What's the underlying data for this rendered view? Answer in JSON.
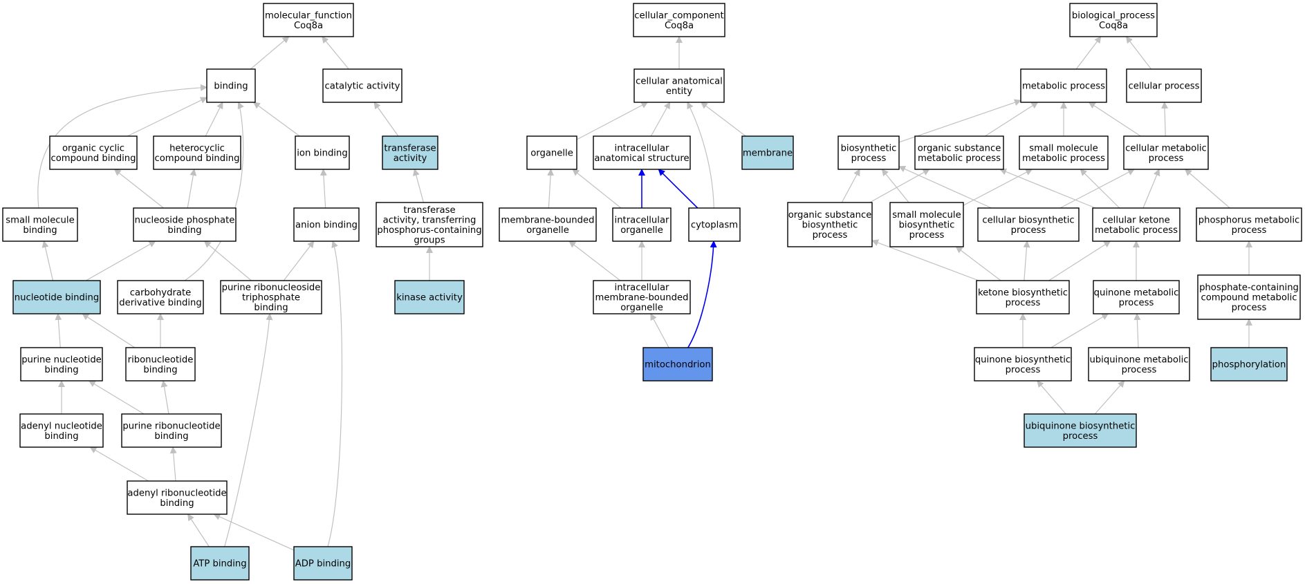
{
  "colors": {
    "edge": "#c0c0c0",
    "highlight_edge": "#0000ee",
    "node_fill": "#ffffff",
    "annotated_fill": "#add8e6",
    "focus_fill": "#6495ed"
  },
  "nodes": {
    "mf_root": {
      "lines": [
        "molecular_function",
        "Coq8a"
      ],
      "kind": "plain"
    },
    "binding": {
      "lines": [
        "binding"
      ],
      "kind": "plain"
    },
    "catalytic": {
      "lines": [
        "catalytic activity"
      ],
      "kind": "plain"
    },
    "org_cyclic": {
      "lines": [
        "organic cyclic",
        "compound binding"
      ],
      "kind": "plain"
    },
    "heterocyclic": {
      "lines": [
        "heterocyclic",
        "compound binding"
      ],
      "kind": "plain"
    },
    "ion_binding": {
      "lines": [
        "ion binding"
      ],
      "kind": "plain"
    },
    "transferase": {
      "lines": [
        "transferase",
        "activity"
      ],
      "kind": "annotated"
    },
    "small_mol_binding": {
      "lines": [
        "small molecule",
        "binding"
      ],
      "kind": "plain"
    },
    "nucleoside_phosphate": {
      "lines": [
        "nucleoside phosphate",
        "binding"
      ],
      "kind": "plain"
    },
    "anion_binding": {
      "lines": [
        "anion binding"
      ],
      "kind": "plain"
    },
    "transferase_phos": {
      "lines": [
        "transferase",
        "activity, transferring",
        "phosphorus-containing",
        "groups"
      ],
      "kind": "plain"
    },
    "nucleotide_binding": {
      "lines": [
        "nucleotide binding"
      ],
      "kind": "annotated"
    },
    "carb_deriv": {
      "lines": [
        "carbohydrate",
        "derivative binding"
      ],
      "kind": "plain"
    },
    "purine_ribonucleoside_tp": {
      "lines": [
        "purine ribonucleoside",
        "triphosphate",
        "binding"
      ],
      "kind": "plain"
    },
    "kinase": {
      "lines": [
        "kinase activity"
      ],
      "kind": "annotated"
    },
    "purine_nucleotide": {
      "lines": [
        "purine nucleotide",
        "binding"
      ],
      "kind": "plain"
    },
    "ribonucleotide": {
      "lines": [
        "ribonucleotide",
        "binding"
      ],
      "kind": "plain"
    },
    "adenyl_nucleotide": {
      "lines": [
        "adenyl nucleotide",
        "binding"
      ],
      "kind": "plain"
    },
    "purine_ribonucleotide": {
      "lines": [
        "purine ribonucleotide",
        "binding"
      ],
      "kind": "plain"
    },
    "adenyl_ribonucleotide": {
      "lines": [
        "adenyl ribonucleotide",
        "binding"
      ],
      "kind": "plain"
    },
    "atp": {
      "lines": [
        "ATP binding"
      ],
      "kind": "annotated"
    },
    "adp": {
      "lines": [
        "ADP binding"
      ],
      "kind": "annotated"
    },
    "cc_root": {
      "lines": [
        "cellular_component",
        "Coq8a"
      ],
      "kind": "plain"
    },
    "cae": {
      "lines": [
        "cellular anatomical",
        "entity"
      ],
      "kind": "plain"
    },
    "organelle": {
      "lines": [
        "organelle"
      ],
      "kind": "plain"
    },
    "intracell_anat": {
      "lines": [
        "intracellular",
        "anatomical structure"
      ],
      "kind": "plain"
    },
    "membrane": {
      "lines": [
        "membrane"
      ],
      "kind": "annotated"
    },
    "mem_bounded_org": {
      "lines": [
        "membrane-bounded",
        "organelle"
      ],
      "kind": "plain"
    },
    "intracell_org": {
      "lines": [
        "intracellular",
        "organelle"
      ],
      "kind": "plain"
    },
    "cytoplasm": {
      "lines": [
        "cytoplasm"
      ],
      "kind": "plain"
    },
    "intracell_mbo": {
      "lines": [
        "intracellular",
        "membrane-bounded",
        "organelle"
      ],
      "kind": "plain"
    },
    "mitochondrion": {
      "lines": [
        "mitochondrion"
      ],
      "kind": "focus"
    },
    "bp_root": {
      "lines": [
        "biological_process",
        "Coq8a"
      ],
      "kind": "plain"
    },
    "metabolic": {
      "lines": [
        "metabolic process"
      ],
      "kind": "plain"
    },
    "cellular_proc": {
      "lines": [
        "cellular process"
      ],
      "kind": "plain"
    },
    "biosynthetic": {
      "lines": [
        "biosynthetic",
        "process"
      ],
      "kind": "plain"
    },
    "org_subst_met": {
      "lines": [
        "organic substance",
        "metabolic process"
      ],
      "kind": "plain"
    },
    "small_mol_met": {
      "lines": [
        "small molecule",
        "metabolic process"
      ],
      "kind": "plain"
    },
    "cell_met": {
      "lines": [
        "cellular metabolic",
        "process"
      ],
      "kind": "plain"
    },
    "org_subst_bio": {
      "lines": [
        "organic substance",
        "biosynthetic",
        "process"
      ],
      "kind": "plain"
    },
    "small_mol_bio": {
      "lines": [
        "small molecule",
        "biosynthetic",
        "process"
      ],
      "kind": "plain"
    },
    "cell_bio": {
      "lines": [
        "cellular biosynthetic",
        "process"
      ],
      "kind": "plain"
    },
    "cell_ketone_met": {
      "lines": [
        "cellular ketone",
        "metabolic process"
      ],
      "kind": "plain"
    },
    "phosphorus_met": {
      "lines": [
        "phosphorus metabolic",
        "process"
      ],
      "kind": "plain"
    },
    "ketone_bio": {
      "lines": [
        "ketone biosynthetic",
        "process"
      ],
      "kind": "plain"
    },
    "quinone_met": {
      "lines": [
        "quinone metabolic",
        "process"
      ],
      "kind": "plain"
    },
    "phosphate_met": {
      "lines": [
        "phosphate-containing",
        "compound metabolic",
        "process"
      ],
      "kind": "plain"
    },
    "quinone_bio": {
      "lines": [
        "quinone biosynthetic",
        "process"
      ],
      "kind": "plain"
    },
    "ubiquinone_met": {
      "lines": [
        "ubiquinone metabolic",
        "process"
      ],
      "kind": "plain"
    },
    "phosphorylation": {
      "lines": [
        "phosphorylation"
      ],
      "kind": "annotated"
    },
    "ubiquinone_bio": {
      "lines": [
        "ubiquinone biosynthetic",
        "process"
      ],
      "kind": "annotated"
    }
  },
  "edges": [
    {
      "from": "binding",
      "to": "mf_root"
    },
    {
      "from": "catalytic",
      "to": "mf_root"
    },
    {
      "from": "org_cyclic",
      "to": "binding"
    },
    {
      "from": "heterocyclic",
      "to": "binding"
    },
    {
      "from": "ion_binding",
      "to": "binding"
    },
    {
      "from": "small_mol_binding",
      "to": "binding"
    },
    {
      "from": "carb_deriv",
      "to": "binding"
    },
    {
      "from": "transferase",
      "to": "catalytic"
    },
    {
      "from": "nucleoside_phosphate",
      "to": "org_cyclic"
    },
    {
      "from": "nucleoside_phosphate",
      "to": "heterocyclic"
    },
    {
      "from": "anion_binding",
      "to": "ion_binding"
    },
    {
      "from": "transferase_phos",
      "to": "transferase"
    },
    {
      "from": "nucleotide_binding",
      "to": "small_mol_binding"
    },
    {
      "from": "nucleotide_binding",
      "to": "nucleoside_phosphate"
    },
    {
      "from": "purine_ribonucleoside_tp",
      "to": "nucleoside_phosphate"
    },
    {
      "from": "purine_ribonucleoside_tp",
      "to": "anion_binding"
    },
    {
      "from": "kinase",
      "to": "transferase_phos"
    },
    {
      "from": "purine_nucleotide",
      "to": "nucleotide_binding"
    },
    {
      "from": "ribonucleotide",
      "to": "nucleotide_binding"
    },
    {
      "from": "ribonucleotide",
      "to": "carb_deriv"
    },
    {
      "from": "adenyl_nucleotide",
      "to": "purine_nucleotide"
    },
    {
      "from": "purine_ribonucleotide",
      "to": "purine_nucleotide"
    },
    {
      "from": "purine_ribonucleotide",
      "to": "ribonucleotide"
    },
    {
      "from": "adenyl_ribonucleotide",
      "to": "adenyl_nucleotide"
    },
    {
      "from": "adenyl_ribonucleotide",
      "to": "purine_ribonucleotide"
    },
    {
      "from": "atp",
      "to": "adenyl_ribonucleotide"
    },
    {
      "from": "atp",
      "to": "purine_ribonucleoside_tp"
    },
    {
      "from": "adp",
      "to": "adenyl_ribonucleotide"
    },
    {
      "from": "adp",
      "to": "anion_binding"
    },
    {
      "from": "cae",
      "to": "cc_root"
    },
    {
      "from": "organelle",
      "to": "cae"
    },
    {
      "from": "intracell_anat",
      "to": "cae"
    },
    {
      "from": "membrane",
      "to": "cae"
    },
    {
      "from": "cytoplasm",
      "to": "cae"
    },
    {
      "from": "mem_bounded_org",
      "to": "organelle"
    },
    {
      "from": "intracell_org",
      "to": "organelle"
    },
    {
      "from": "intracell_org",
      "to": "intracell_anat",
      "highlight": true
    },
    {
      "from": "cytoplasm",
      "to": "intracell_anat",
      "highlight": true
    },
    {
      "from": "intracell_mbo",
      "to": "mem_bounded_org"
    },
    {
      "from": "intracell_mbo",
      "to": "intracell_org"
    },
    {
      "from": "mitochondrion",
      "to": "intracell_mbo"
    },
    {
      "from": "mitochondrion",
      "to": "cytoplasm",
      "highlight": true
    },
    {
      "from": "metabolic",
      "to": "bp_root"
    },
    {
      "from": "cellular_proc",
      "to": "bp_root"
    },
    {
      "from": "biosynthetic",
      "to": "metabolic"
    },
    {
      "from": "org_subst_met",
      "to": "metabolic"
    },
    {
      "from": "small_mol_met",
      "to": "metabolic"
    },
    {
      "from": "cell_met",
      "to": "metabolic"
    },
    {
      "from": "cell_met",
      "to": "cellular_proc"
    },
    {
      "from": "org_subst_bio",
      "to": "biosynthetic"
    },
    {
      "from": "org_subst_bio",
      "to": "org_subst_met"
    },
    {
      "from": "small_mol_bio",
      "to": "biosynthetic"
    },
    {
      "from": "small_mol_bio",
      "to": "small_mol_met"
    },
    {
      "from": "cell_bio",
      "to": "biosynthetic"
    },
    {
      "from": "cell_bio",
      "to": "cell_met"
    },
    {
      "from": "cell_ketone_met",
      "to": "org_subst_met"
    },
    {
      "from": "cell_ketone_met",
      "to": "small_mol_met"
    },
    {
      "from": "cell_ketone_met",
      "to": "cell_met"
    },
    {
      "from": "phosphorus_met",
      "to": "cell_met"
    },
    {
      "from": "ketone_bio",
      "to": "org_subst_bio"
    },
    {
      "from": "ketone_bio",
      "to": "small_mol_bio"
    },
    {
      "from": "ketone_bio",
      "to": "cell_bio"
    },
    {
      "from": "ketone_bio",
      "to": "cell_ketone_met"
    },
    {
      "from": "quinone_met",
      "to": "cell_ketone_met"
    },
    {
      "from": "phosphate_met",
      "to": "phosphorus_met"
    },
    {
      "from": "quinone_bio",
      "to": "ketone_bio"
    },
    {
      "from": "quinone_bio",
      "to": "quinone_met"
    },
    {
      "from": "ubiquinone_met",
      "to": "quinone_met"
    },
    {
      "from": "phosphorylation",
      "to": "phosphate_met"
    },
    {
      "from": "ubiquinone_bio",
      "to": "quinone_bio"
    },
    {
      "from": "ubiquinone_bio",
      "to": "ubiquinone_met"
    }
  ]
}
